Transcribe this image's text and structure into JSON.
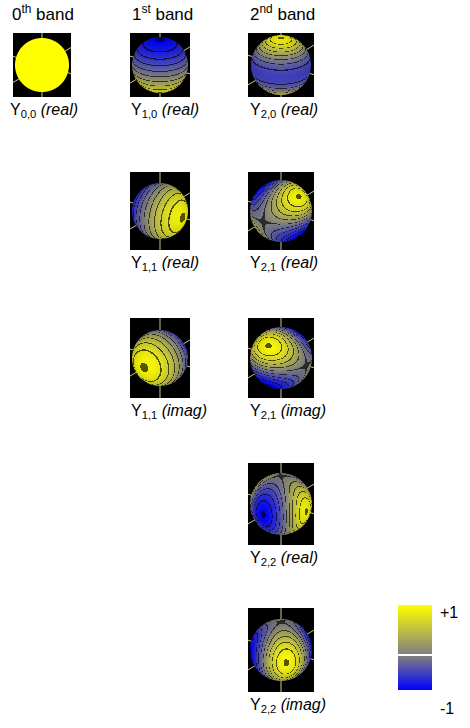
{
  "diagram": {
    "labels": [
      "0th band",
      "1st band",
      "2nd band",
      "Y0,0 (real)",
      "Y1,0 (real)",
      "Y1,1 (real)",
      "Y1,1 (imag)",
      "Y2,0 (real)",
      "Y2,1 (real)",
      "Y2,1 (imag)",
      "Y2,2 (real)",
      "Y2,2 (imag)"
    ],
    "legend": [
      {
        "text": "+1",
        "color": "#ffff00"
      },
      {
        "text": "-1",
        "color": "#0000ff"
      }
    ]
  }
}
